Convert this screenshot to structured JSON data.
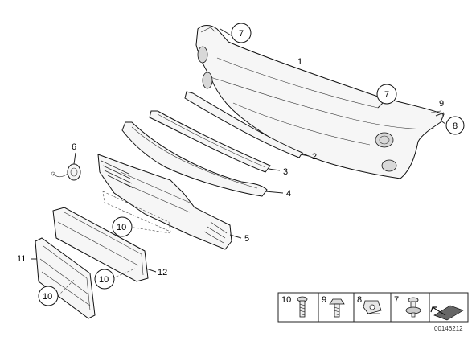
{
  "callouts": {
    "c1": "1",
    "c2": "2",
    "c3": "3",
    "c4": "4",
    "c5": "5",
    "c6": "6",
    "c7a": "7",
    "c7b": "7",
    "c8": "8",
    "c9": "9",
    "c10a": "10",
    "c10b": "10",
    "c10c": "10",
    "c11": "11",
    "c12": "12"
  },
  "legend": {
    "items": [
      "10",
      "9",
      "8",
      "7"
    ]
  },
  "reference_number": "00146212"
}
